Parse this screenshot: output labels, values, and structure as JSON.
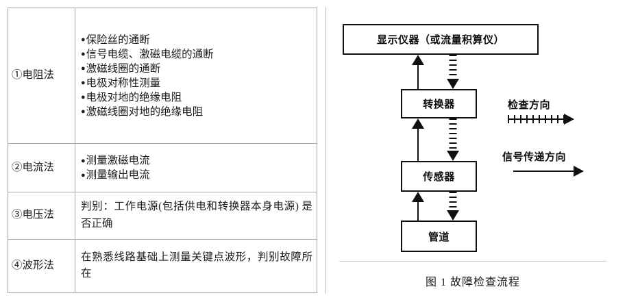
{
  "table": {
    "columns": [
      "method",
      "details"
    ],
    "rows": [
      {
        "method": "①电阻法",
        "type": "bullets",
        "items": [
          "保险丝的通断",
          "信号电缆、激磁电缆的通断",
          "激磁线圈的通断",
          "电极对称性测量",
          "电极对地的绝缘电阻",
          "激磁线圈对地的绝缘电阻"
        ]
      },
      {
        "method": "②电流法",
        "type": "bullets",
        "items": [
          "测量激磁电流",
          "测量输出电流"
        ]
      },
      {
        "method": "③电压法",
        "type": "paragraph",
        "text": "判别：工作电源(包括供电和转换器本身电源) 是否正确"
      },
      {
        "method": "④波形法",
        "type": "paragraph",
        "text": "在熟悉线路基础上测量关键点波形，判别故障所在"
      }
    ],
    "bullet_glyph": "●"
  },
  "figure": {
    "boxes": [
      {
        "id": "display",
        "label": "显示仪器（或流量积算仪）"
      },
      {
        "id": "converter",
        "label": "转换器"
      },
      {
        "id": "sensor",
        "label": "传感器"
      },
      {
        "id": "pipe",
        "label": "管道"
      }
    ],
    "legend": [
      {
        "id": "inspect",
        "label": "检查方向",
        "style": "hatched-arrow"
      },
      {
        "id": "signal",
        "label": "信号传递方向",
        "style": "solid-arrow"
      }
    ],
    "caption": "图 1  故障检查流程"
  },
  "colors": {
    "ink": "#101010",
    "table_border": "#a8a8a8",
    "rule": "#c9c9c9",
    "background": "#ffffff"
  }
}
